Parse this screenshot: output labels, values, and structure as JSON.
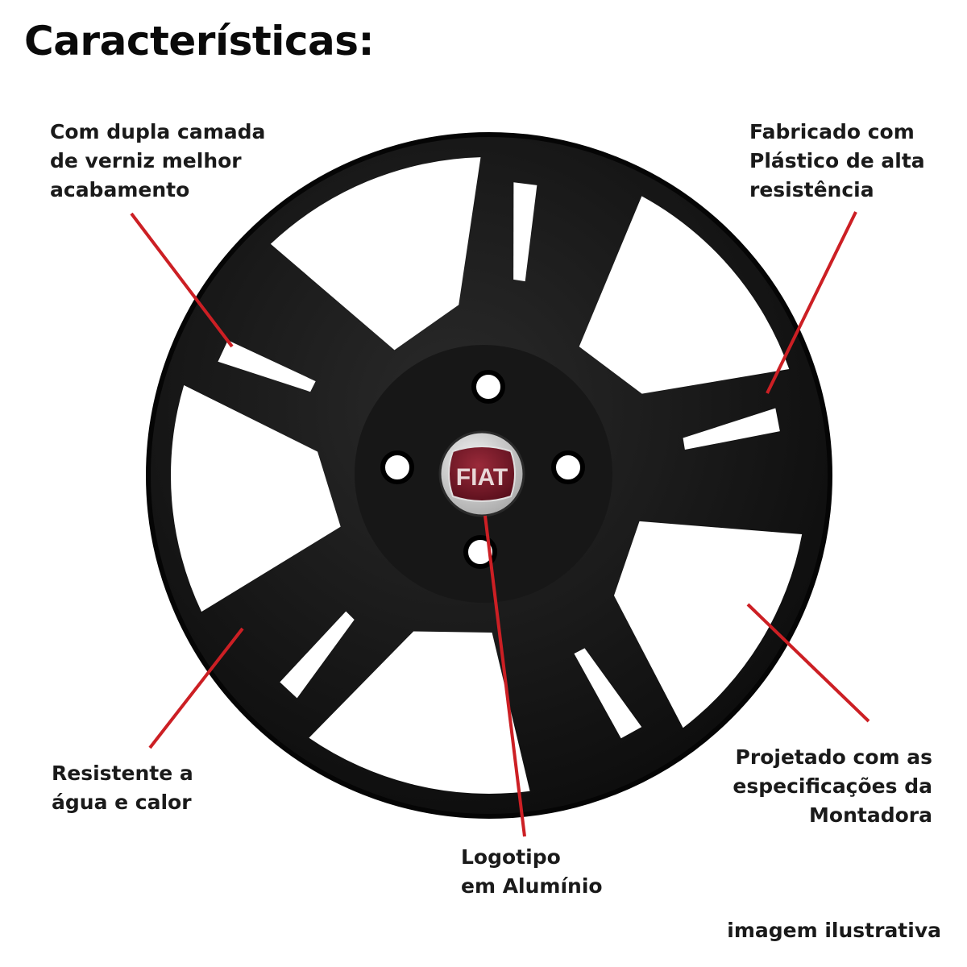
{
  "title": "Características:",
  "callouts": {
    "varnish": [
      "Com dupla camada",
      "de verniz melhor",
      "acabamento"
    ],
    "plastic": [
      "Fabricado com",
      "Plástico de alta",
      "resistência"
    ],
    "water": [
      "Resistente a",
      "água e calor"
    ],
    "specs": [
      "Projetado com as",
      "especificações da",
      "Montadora"
    ],
    "logo": [
      "Logotipo",
      "em Alumínio"
    ]
  },
  "emblem_text": "FIAT",
  "footer": "imagem ilustrativa",
  "colors": {
    "leader_line": "#cc1f24",
    "wheel": "#161616",
    "emblem": "#7a1a2a"
  }
}
